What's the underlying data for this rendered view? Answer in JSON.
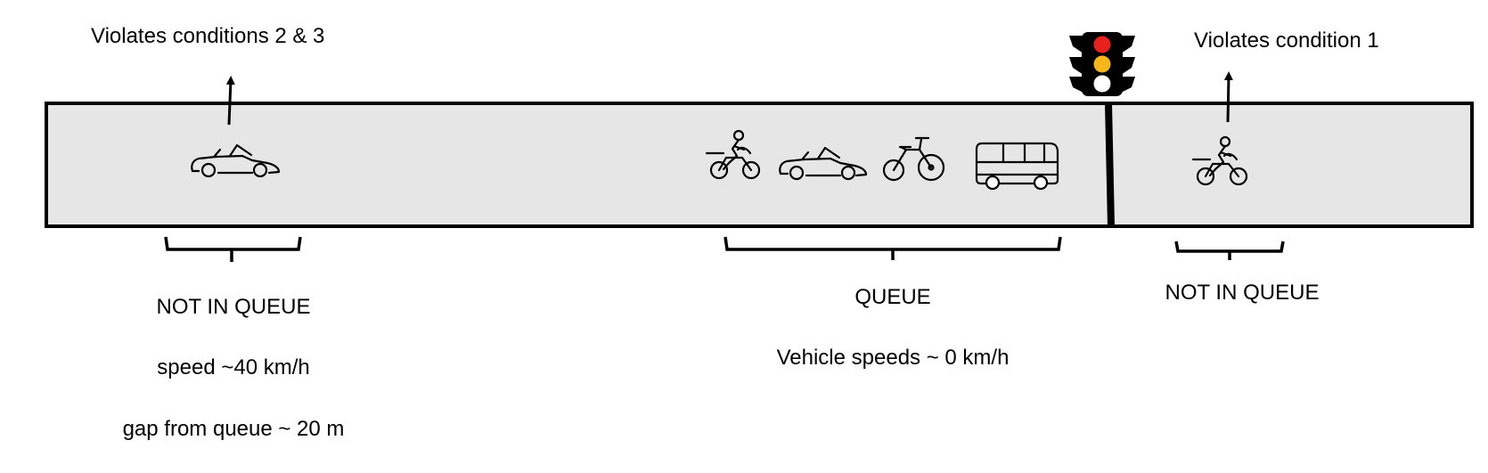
{
  "left_car": {
    "annotation": "Violates conditions 2 & 3",
    "status": "NOT IN QUEUE",
    "speed": "speed ~40 km/h",
    "gap": "gap from queue ~ 20 m"
  },
  "queue": {
    "label": "QUEUE",
    "speeds": "Vehicle speeds ~ 0 km/h",
    "vehicles": [
      "motorcycle-icon",
      "car-icon",
      "bicycle-icon",
      "bus-icon"
    ]
  },
  "right_motorcycle": {
    "annotation": "Violates condition 1",
    "status": "NOT IN QUEUE"
  },
  "colors": {
    "road": "#e6e6e6",
    "light_red": "#e8211c",
    "light_amber": "#f4b619",
    "light_off": "#ffffff"
  }
}
